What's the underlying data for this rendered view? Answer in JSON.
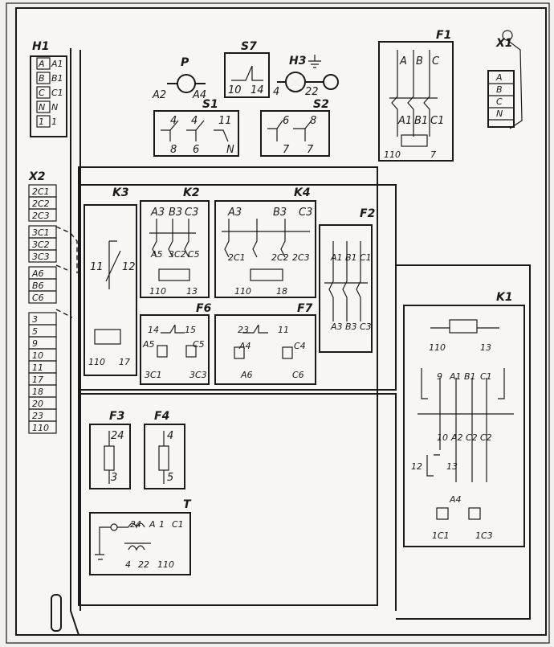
{
  "blocks": {
    "H1": {
      "title": "H1",
      "terminals": [
        "A",
        "B",
        "C",
        "N",
        "1"
      ],
      "wires": [
        "A1",
        "B1",
        "C1",
        "N",
        "1"
      ]
    },
    "P": {
      "title": "P",
      "left": "A2",
      "right": "A4"
    },
    "S7": {
      "title": "S7",
      "left": "10",
      "right": "14"
    },
    "H3": {
      "title": "H3",
      "left": "4",
      "right": "22"
    },
    "S1": {
      "title": "S1",
      "top": [
        "4",
        "4",
        "11"
      ],
      "bottom": [
        "8",
        "6",
        "N"
      ]
    },
    "S2": {
      "title": "S2",
      "top": [
        "6",
        "8"
      ],
      "bottom": [
        "7",
        "7"
      ]
    },
    "F1": {
      "title": "F1",
      "top": [
        "A",
        "B",
        "C"
      ],
      "bottom": [
        "A1",
        "B1",
        "C1"
      ],
      "coil": [
        "110",
        "7"
      ]
    },
    "X1": {
      "title": "X1",
      "terminals": [
        "A",
        "B",
        "C",
        "N"
      ]
    },
    "X2": {
      "title": "X2",
      "terminals": [
        "2C1",
        "2C2",
        "2C3",
        "3C1",
        "3C2",
        "3C3",
        "A6",
        "B6",
        "C6",
        "3",
        "5",
        "9",
        "10",
        "11",
        "17",
        "18",
        "20",
        "23",
        "110"
      ]
    },
    "K3": {
      "title": "K3",
      "contacts": [
        "11",
        "12"
      ],
      "coil": [
        "110",
        "17"
      ]
    },
    "K2": {
      "title": "K2",
      "top": [
        "A3",
        "B3",
        "C3"
      ],
      "bottom": [
        "A5",
        "3C2",
        "C5"
      ],
      "coil": [
        "110",
        "13"
      ]
    },
    "K4": {
      "title": "K4",
      "top": [
        "A3",
        "B3",
        "C3"
      ],
      "bottom": [
        "2C1",
        "2C2",
        "2C3"
      ],
      "coil": [
        "110",
        "18"
      ]
    },
    "F2": {
      "title": "F2",
      "top": [
        "A1",
        "B1",
        "C1"
      ],
      "bottom": [
        "A3",
        "B3",
        "C3"
      ]
    },
    "F6": {
      "title": "F6",
      "top": [
        "14",
        "15"
      ],
      "mid": [
        "A5",
        "C5"
      ],
      "bottom": [
        "3C1",
        "3C3"
      ]
    },
    "F7": {
      "title": "F7",
      "top": [
        "23",
        "11"
      ],
      "mid": [
        "A4",
        "C4"
      ],
      "bottom": [
        "A6",
        "C6"
      ]
    },
    "K1": {
      "title": "K1",
      "coil": [
        "110",
        "13"
      ],
      "top": [
        "9",
        "A1",
        "B1",
        "C1"
      ],
      "bottom": [
        "10",
        "A2",
        "C2",
        "C2"
      ],
      "aux": [
        "12",
        "13"
      ],
      "relay": "A4",
      "outs": [
        "1C1",
        "1C3"
      ]
    },
    "F3": {
      "title": "F3",
      "top": "24",
      "bottom": "3"
    },
    "F4": {
      "title": "F4",
      "top": "4",
      "bottom": "5"
    },
    "T": {
      "title": "T",
      "top": [
        "24",
        "A",
        "1",
        "C1"
      ],
      "bottom": [
        "4",
        "22",
        "110"
      ]
    }
  }
}
